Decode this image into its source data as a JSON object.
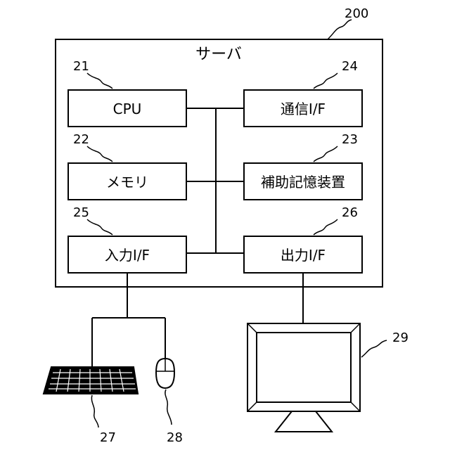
{
  "server": {
    "title": "サーバ",
    "ref": "200"
  },
  "components": {
    "cpu": {
      "label": "CPU",
      "ref": "21"
    },
    "memory": {
      "label": "メモリ",
      "ref": "22"
    },
    "storage": {
      "label": "補助記憶装置",
      "ref": "23"
    },
    "comm_if": {
      "label": "通信I/F",
      "ref": "24"
    },
    "input_if": {
      "label": "入力I/F",
      "ref": "25"
    },
    "output_if": {
      "label": "出力I/F",
      "ref": "26"
    }
  },
  "peripherals": {
    "keyboard": {
      "ref": "27",
      "icon": "keyboard-icon"
    },
    "mouse": {
      "ref": "28",
      "icon": "mouse-icon"
    },
    "display": {
      "ref": "29",
      "icon": "monitor-icon"
    }
  }
}
